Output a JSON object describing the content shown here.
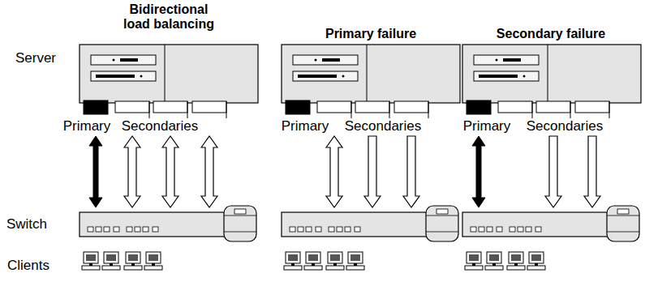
{
  "diagram": {
    "labels": [
      "Bidirectional load balancing",
      "Primary failure",
      "Secondary failure",
      "Server",
      "Primary",
      "Secondaries",
      "Primary",
      "Secondaries",
      "Primary",
      "Secondaries",
      "Switch",
      "Clients"
    ]
  }
}
